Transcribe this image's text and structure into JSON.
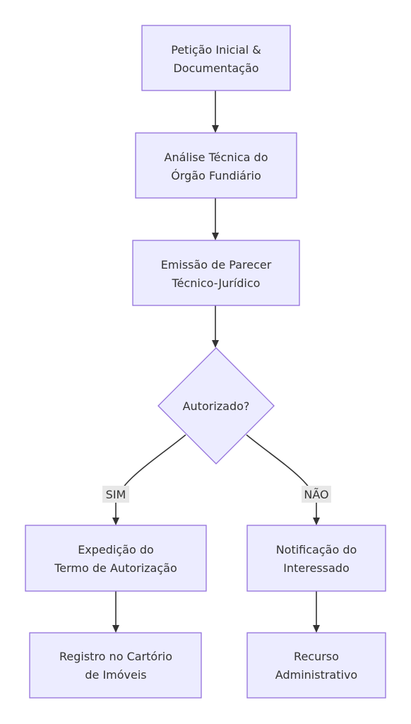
{
  "nodes": {
    "peticao": {
      "line1": "Petição Inicial &",
      "line2": "Documentação"
    },
    "analise": {
      "line1": "Análise Técnica do",
      "line2": "Órgão Fundiário"
    },
    "parecer": {
      "line1": "Emissão de Parecer",
      "line2": "Técnico-Jurídico"
    },
    "autorizado": {
      "label": "Autorizado?"
    },
    "expedicao": {
      "line1": "Expedição do",
      "line2": "Termo de Autorização"
    },
    "notificacao": {
      "line1": "Notificação do",
      "line2": "Interessado"
    },
    "registro": {
      "line1": "Registro no Cartório",
      "line2": "de Imóveis"
    },
    "recurso": {
      "line1": "Recurso",
      "line2": "Administrativo"
    }
  },
  "edges": {
    "sim": "SIM",
    "nao": "NÃO"
  },
  "colors": {
    "node_fill": "#ececff",
    "node_stroke": "#9370db",
    "edge": "#333333",
    "label_bg": "#e8e8e8"
  }
}
